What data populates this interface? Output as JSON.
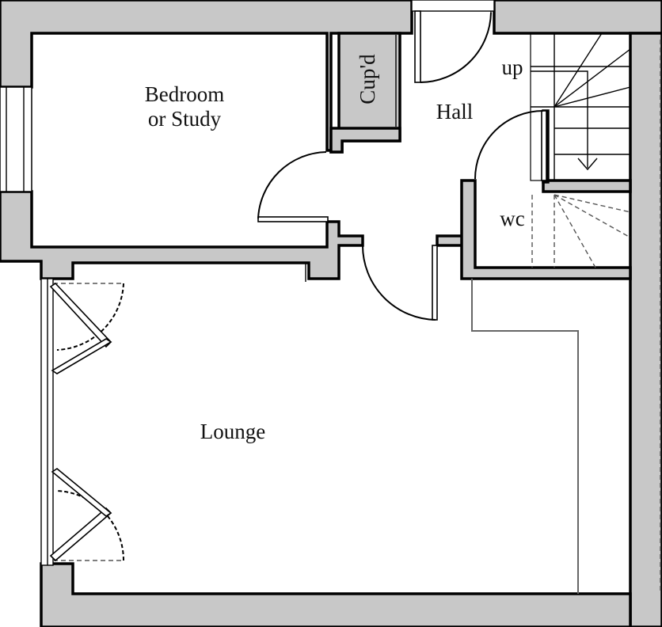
{
  "rooms": {
    "bedroom_line1": "Bedroom",
    "bedroom_line2": "or Study",
    "cupboard": "Cup'd",
    "hall": "Hall",
    "up": "up",
    "wc": "wc",
    "lounge": "Lounge"
  },
  "colors": {
    "wall_fill": "#c8c8c8",
    "line": "#000000",
    "background": "#ffffff"
  }
}
